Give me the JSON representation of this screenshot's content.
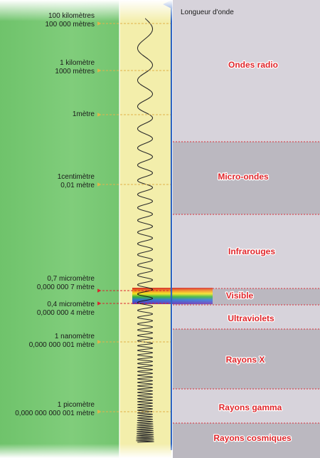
{
  "axis": {
    "title": "Longueur d'onde"
  },
  "scale_marks": [
    {
      "lines": [
        "100 kilomètres",
        "100 000 mètres"
      ],
      "arrow_color": "#e0b34a"
    },
    {
      "lines": [
        "1 kilomètre",
        "1000 mètres"
      ],
      "arrow_color": "#e0b34a"
    },
    {
      "lines": [
        "1mètre"
      ],
      "arrow_color": "#e0b34a"
    },
    {
      "lines": [
        "1centimètre",
        "0,01 mètre"
      ],
      "arrow_color": "#e0b34a"
    },
    {
      "lines": [
        "0,7 micromètre",
        "0,000 000 7 mètre"
      ],
      "arrow_color": "#d8262c"
    },
    {
      "lines": [
        "0,4 micromètre",
        "0,000 000 4 mètre"
      ],
      "arrow_color": "#d8262c"
    },
    {
      "lines": [
        "1 nanomètre",
        "0,000 000 001 mètre"
      ],
      "arrow_color": "#e0b34a"
    },
    {
      "lines": [
        "1 picomètre",
        "0,000 000 000 001 mètre"
      ],
      "arrow_color": "#e0b34a"
    }
  ],
  "bands": [
    {
      "label": "Ondes radio",
      "fill": "#d7d3db"
    },
    {
      "label": "Micro-ondes",
      "fill": "#bbb8c0"
    },
    {
      "label": "Infrarouges",
      "fill": "#d7d3db"
    },
    {
      "label": "Visible",
      "fill": "#bbb8c0"
    },
    {
      "label": "Ultraviolets",
      "fill": "#d7d3db"
    },
    {
      "label": "Rayons X",
      "fill": "#bbb8c0"
    },
    {
      "label": "Rayons gamma",
      "fill": "#d7d3db"
    },
    {
      "label": "Rayons cosmiques",
      "fill": "#bbb8c0"
    }
  ],
  "colors": {
    "left_panel": "#7cc877",
    "wave_column": "#f3eeab",
    "axis": "#2f64c2",
    "band_separator": "#d9303a",
    "wave": "#2b2b2b"
  }
}
